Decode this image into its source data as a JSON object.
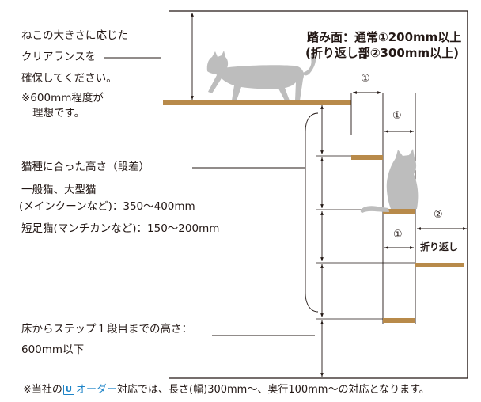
{
  "notes": {
    "clearance_lines": [
      "ねこの大きさに応じた",
      "クリアランスを",
      "確保してください。"
    ],
    "ideal_lines": [
      "※600mm程度が",
      "理想です。"
    ]
  },
  "tread": {
    "line1": "踏み面：通常①200mm以上",
    "line2": "(折り返し部②300mm以上)"
  },
  "height": {
    "title": "猫種に合った高さ（段差）",
    "row1": "一般猫、大型猫",
    "row2": "(メインクーンなど)：350〜400mm",
    "row3": "短足猫(マンチカンなど)：150〜200mm"
  },
  "first_step": {
    "line1": "床からステップ１段目までの高さ：",
    "line2": "600mm以下"
  },
  "markers": {
    "normal": "①",
    "turn": "②",
    "turn_label": "折り返し"
  },
  "footnote": {
    "prefix": "※当社の",
    "badge": "U",
    "accent": "オーダー",
    "suffix": "対応では、長さ(幅)300mm〜、奥行100mm〜の対応となります。"
  },
  "colors": {
    "shelf": "#b88a4a",
    "cat": "#bdbdbd",
    "line": "#231815",
    "accent": "#1e84c8"
  }
}
